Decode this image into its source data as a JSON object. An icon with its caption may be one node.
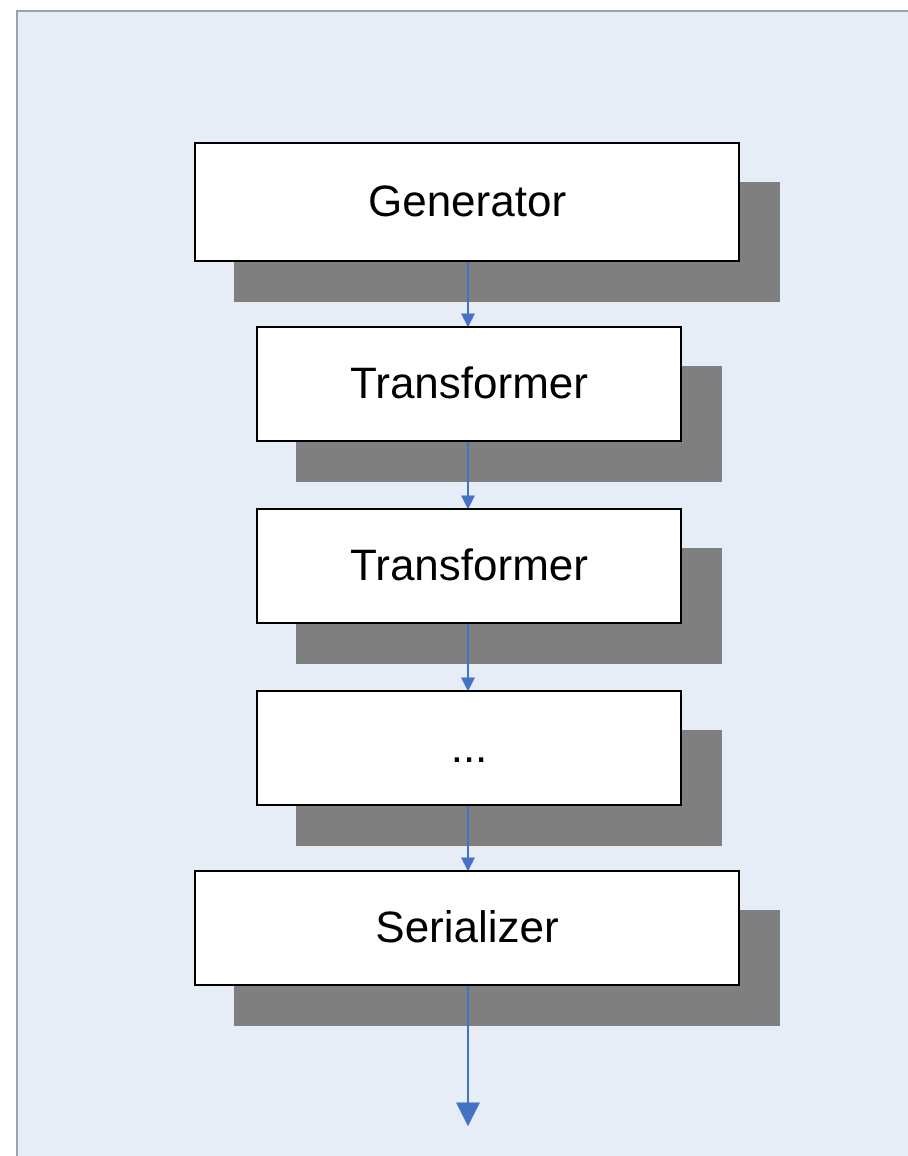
{
  "diagram": {
    "nodes": [
      {
        "text": [
          "Generator"
        ]
      },
      {
        "text": [
          "Transformer"
        ]
      },
      {
        "text": [
          "Transformer"
        ]
      },
      {
        "text": [
          "..."
        ]
      },
      {
        "text": [
          "Serializer"
        ]
      }
    ],
    "edges": [
      {
        "from": 0,
        "to": 1,
        "arrow": "to"
      },
      {
        "from": 1,
        "to": 2,
        "arrow": "to"
      },
      {
        "from": 2,
        "to": 3,
        "arrow": "to"
      },
      {
        "from": 3,
        "to": 4,
        "arrow": "to"
      },
      {
        "from": 4,
        "to": null,
        "arrow": "to"
      }
    ]
  }
}
